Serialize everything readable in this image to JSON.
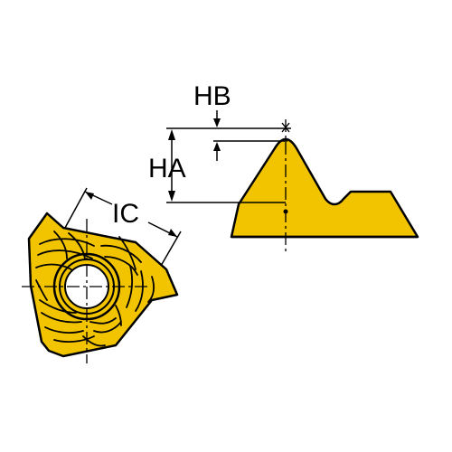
{
  "labels": {
    "ic": "IC",
    "ha": "HA",
    "hb": "HB"
  },
  "colors": {
    "insert_fill": "#f2c400",
    "insert_shadow": "#d4a100",
    "outline": "#000000"
  },
  "icons": {
    "left_view": "triangular-insert-top-view",
    "right_view": "thread-profile-side-view"
  }
}
